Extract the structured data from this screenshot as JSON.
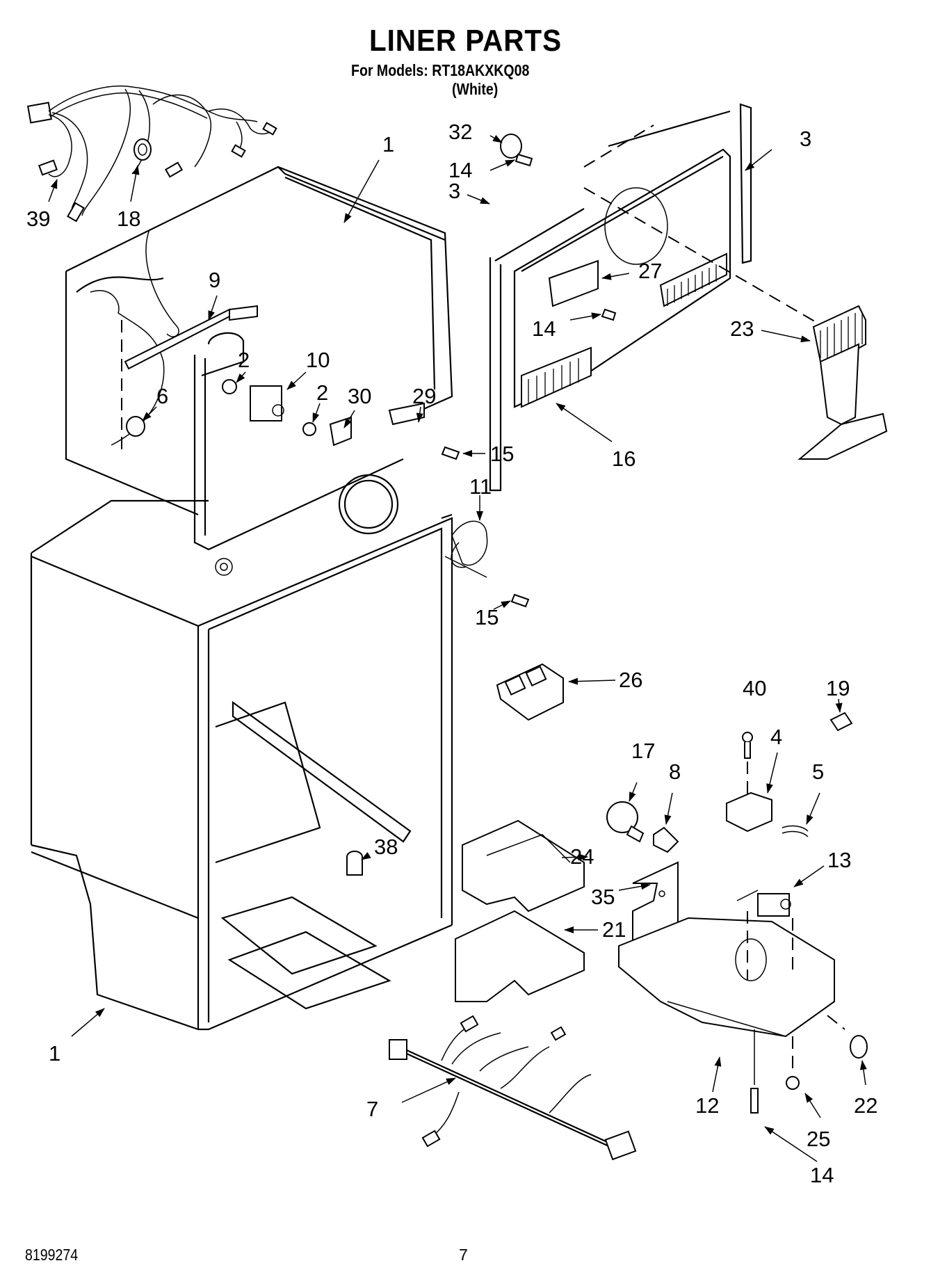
{
  "header": {
    "title": "LINER PARTS",
    "models_line": "For Models: RT18AKXKQ08",
    "variant": "(White)"
  },
  "footer": {
    "document_number": "8199274",
    "page_number": "7"
  },
  "callouts": {
    "c39": "39",
    "c18": "18",
    "c1_top": "1",
    "c32": "32",
    "c14_a": "14",
    "c3_right": "3",
    "c3_left": "3",
    "c27": "27",
    "c14_b": "14",
    "c23": "23",
    "c9": "9",
    "c2_a": "2",
    "c10": "10",
    "c6": "6",
    "c2_b": "2",
    "c30": "30",
    "c29": "29",
    "c15_a": "15",
    "c16": "16",
    "c11": "11",
    "c15_b": "15",
    "c26": "26",
    "c19": "19",
    "c40": "40",
    "c4": "4",
    "c17": "17",
    "c8": "8",
    "c5": "5",
    "c24": "24",
    "c38": "38",
    "c13": "13",
    "c35": "35",
    "c21": "21",
    "c1_bottom": "1",
    "c7": "7",
    "c12": "12",
    "c22": "22",
    "c25": "25",
    "c14_c": "14"
  }
}
